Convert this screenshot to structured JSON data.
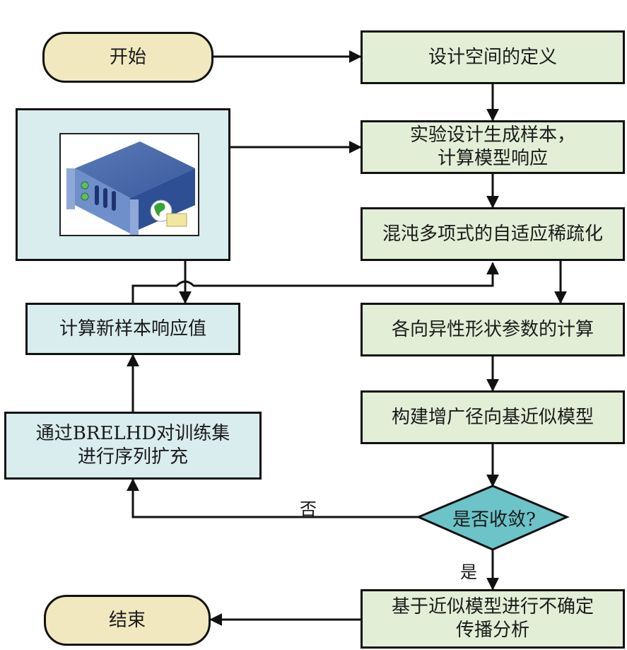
{
  "start": {
    "label": "开始"
  },
  "end": {
    "label": "结束"
  },
  "steps": {
    "design_space": "设计空间的定义",
    "doe_line1": "实验设计生成样本，",
    "doe_line2": "计算模型响应",
    "sparsification": "混沌多项式的自适应稀疏化",
    "anisotropic": "各向异性形状参数的计算",
    "build_model": "构建增广径向基近似模型",
    "uq_line1": "基于近似模型进行不确定",
    "uq_line2": "传播分析",
    "new_response": "计算新样本响应值",
    "expand_line1": "通过BRELHD对训练集",
    "expand_line2": "进行序列扩充"
  },
  "decision": {
    "label": "是否收敛?",
    "no_label": "否",
    "yes_label": "是"
  },
  "server_box": {
    "icon": "server-icon"
  },
  "colors": {
    "process_fill": "#e2eed6",
    "loop_fill": "#d9ecee",
    "terminal_fill": "#f2e8bf",
    "decision_fill": "#6cc3c8",
    "stroke": "#111111"
  }
}
